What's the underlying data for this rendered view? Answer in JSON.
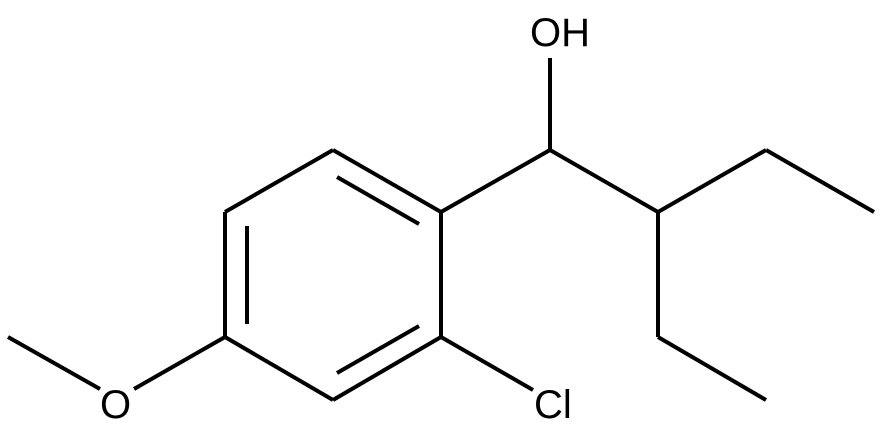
{
  "molecule": {
    "atoms": {
      "oh": "OH",
      "cl": "Cl",
      "o": "O"
    },
    "colors": {
      "bond": "#000000",
      "background": "#ffffff"
    }
  }
}
